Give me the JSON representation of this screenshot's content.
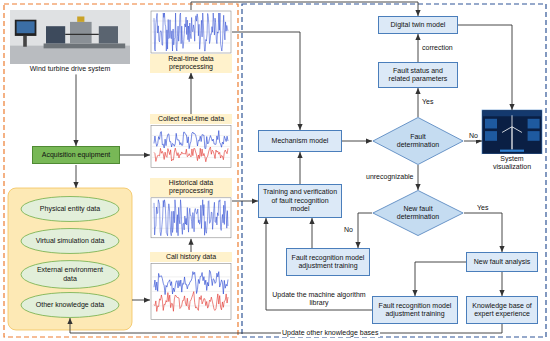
{
  "diagram": {
    "nodes": [
      {
        "text": [
          "Wind turbine drive system"
        ]
      },
      {
        "text": [
          "Real-time data preprocessing"
        ]
      },
      {
        "text": [
          "Acquisition equipment"
        ]
      },
      {
        "text": [
          "Collect real-time data"
        ]
      },
      {
        "text": [
          "Historical data preprocessing"
        ]
      },
      {
        "text": [
          "Physical entity data"
        ]
      },
      {
        "text": [
          "Virtual simulation data"
        ]
      },
      {
        "text": [
          "External environment data"
        ]
      },
      {
        "text": [
          "Other knowledge data"
        ]
      },
      {
        "text": [
          "Call history data"
        ]
      },
      {
        "text": [
          "Digital twin model"
        ]
      },
      {
        "text": [
          "Fault status and related parameters"
        ]
      },
      {
        "text": [
          "Mechanism model"
        ]
      },
      {
        "text": [
          "Fault determination"
        ]
      },
      {
        "text": [
          "System visualization"
        ]
      },
      {
        "text": [
          "Training and verification of fault recognition model"
        ]
      },
      {
        "text": [
          "New fault determination"
        ]
      },
      {
        "text": [
          "Fault recognition model adjustment training"
        ]
      },
      {
        "text": [
          "New fault analysis"
        ]
      },
      {
        "text": [
          "Fault recognition model adjustment training"
        ]
      },
      {
        "text": [
          "Knowledge base of expert experience"
        ]
      }
    ],
    "edges": [
      {
        "from": 0,
        "to": 2,
        "arrow": "to"
      },
      {
        "from": 2,
        "to": 3,
        "arrow": "to"
      },
      {
        "from": 3,
        "to": 1,
        "arrow": "to"
      },
      {
        "from": 1,
        "to": 12,
        "arrow": "to"
      },
      {
        "from": 1,
        "to": 10,
        "arrow": "to"
      },
      {
        "from": 10,
        "to": 14,
        "arrow": "to"
      },
      {
        "from": 9,
        "to": 4,
        "arrow": "to"
      },
      {
        "from": 4,
        "to": 15,
        "arrow": "to"
      },
      {
        "from": 15,
        "to": 12,
        "arrow": "to"
      },
      {
        "from": 12,
        "to": 13,
        "arrow": "to"
      },
      {
        "from": 13,
        "to": 11,
        "label": "Yes",
        "arrow": "to"
      },
      {
        "from": 11,
        "to": 10,
        "label": "correction",
        "arrow": "to"
      },
      {
        "from": 13,
        "to": 14,
        "label": "No",
        "arrow": "to"
      },
      {
        "from": 13,
        "to": 16,
        "label": "unrecognizable",
        "arrow": "to"
      },
      {
        "from": 16,
        "to": 17,
        "label": "No",
        "arrow": "to"
      },
      {
        "from": 16,
        "to": 18,
        "label": "Yes",
        "arrow": "to"
      },
      {
        "from": 18,
        "to": 19,
        "arrow": "to"
      },
      {
        "from": 18,
        "to": 20,
        "arrow": "to"
      },
      {
        "from": 17,
        "to": 15,
        "arrow": "to"
      },
      {
        "from": 19,
        "to": 15,
        "label": "Update the machine algorithm library",
        "arrow": "to"
      },
      {
        "from": 20,
        "to": 8,
        "label": "Update other knowledge bases",
        "arrow": "to"
      }
    ]
  }
}
